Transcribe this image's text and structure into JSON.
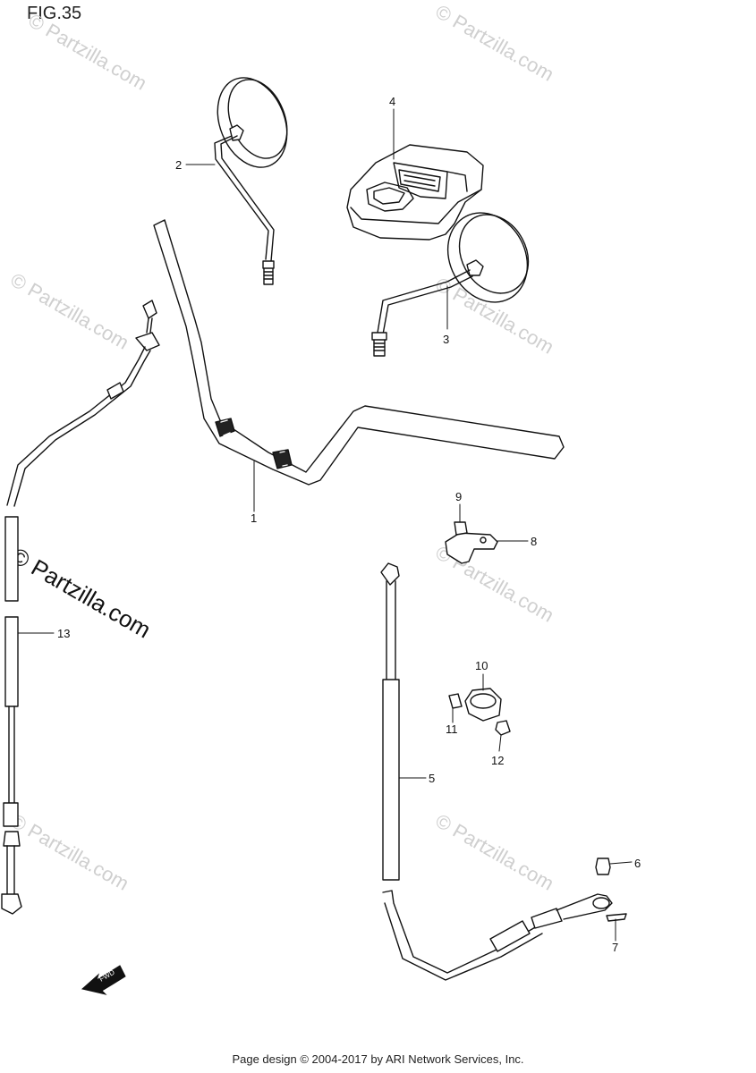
{
  "figure": {
    "title": "FIG.35"
  },
  "footer": {
    "text": "Page design © 2004-2017 by ARI Network Services, Inc."
  },
  "watermarks": {
    "faint": "© Partzilla.com",
    "prominent": "© Partzilla.com"
  },
  "fwd_arrow": {
    "label": "FWD"
  },
  "callouts": {
    "p1": "1",
    "p2": "2",
    "p3": "3",
    "p4": "4",
    "p5": "5",
    "p6": "6",
    "p7": "7",
    "p8": "8",
    "p9": "9",
    "p10": "10",
    "p11": "11",
    "p12": "12",
    "p13": "13"
  }
}
